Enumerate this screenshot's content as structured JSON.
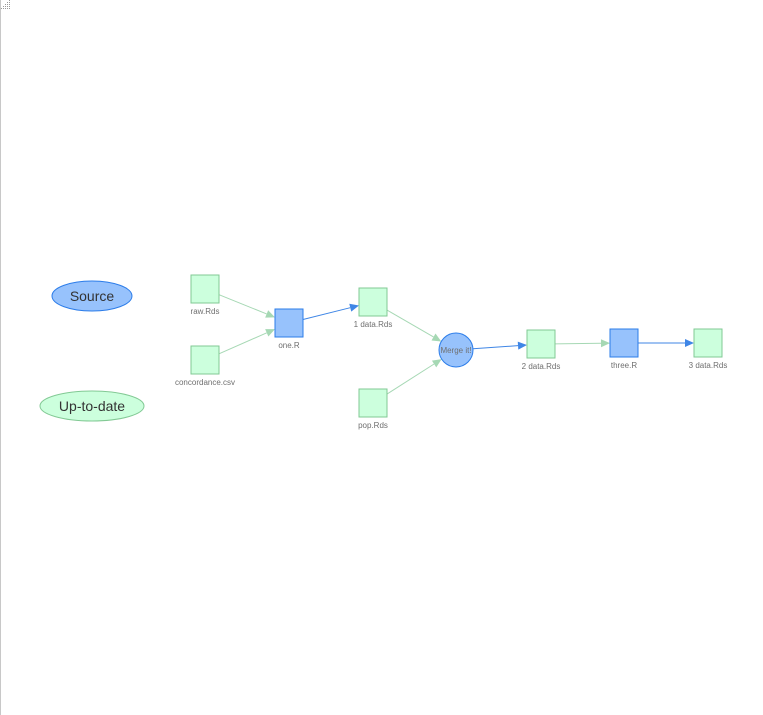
{
  "legend": {
    "source_label": "Source",
    "uptodate_label": "Up-to-date"
  },
  "colors": {
    "source_fill": "#97c2fc",
    "source_stroke": "#2b7ce9",
    "uptodate_fill": "#ccffdd",
    "uptodate_stroke": "#82c994",
    "edge_blue": "#3f86e6",
    "edge_green": "#a6d8b4",
    "label": "#6f6f6f"
  },
  "nodes": [
    {
      "id": "raw",
      "label": "raw.Rds",
      "kind": "file",
      "status": "uptodate"
    },
    {
      "id": "concordance",
      "label": "concordance.csv",
      "kind": "file",
      "status": "uptodate"
    },
    {
      "id": "one",
      "label": "one.R",
      "kind": "script",
      "status": "source"
    },
    {
      "id": "data1",
      "label": "1 data.Rds",
      "kind": "file",
      "status": "uptodate"
    },
    {
      "id": "pop",
      "label": "pop.Rds",
      "kind": "file",
      "status": "uptodate"
    },
    {
      "id": "merge",
      "label": "Merge it!",
      "kind": "step",
      "status": "source"
    },
    {
      "id": "data2",
      "label": "2 data.Rds",
      "kind": "file",
      "status": "uptodate"
    },
    {
      "id": "three",
      "label": "three.R",
      "kind": "script",
      "status": "source"
    },
    {
      "id": "data3",
      "label": "3 data.Rds",
      "kind": "file",
      "status": "uptodate"
    }
  ],
  "edges": [
    {
      "from": "raw",
      "to": "one",
      "color": "green"
    },
    {
      "from": "concordance",
      "to": "one",
      "color": "green"
    },
    {
      "from": "one",
      "to": "data1",
      "color": "blue"
    },
    {
      "from": "data1",
      "to": "merge",
      "color": "green"
    },
    {
      "from": "pop",
      "to": "merge",
      "color": "green"
    },
    {
      "from": "merge",
      "to": "data2",
      "color": "blue"
    },
    {
      "from": "data2",
      "to": "three",
      "color": "green"
    },
    {
      "from": "three",
      "to": "data3",
      "color": "blue"
    }
  ]
}
